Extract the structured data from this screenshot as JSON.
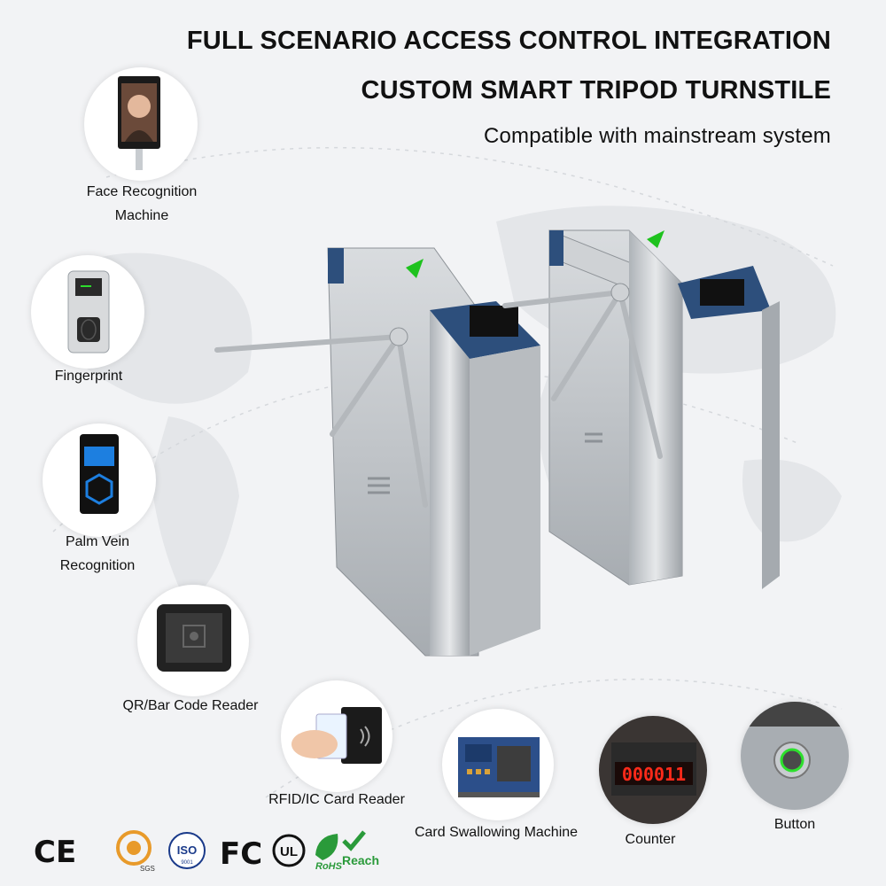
{
  "headline": {
    "line1": "FULL SCENARIO ACCESS CONTROL INTEGRATION",
    "line2": "CUSTOM SMART TRIPOD TURNSTILE",
    "line3": "Compatible with mainstream system"
  },
  "features": [
    {
      "label_a": "Face Recognition",
      "label_b": "Machine",
      "icon": "face-recognition-icon"
    },
    {
      "label_a": "Fingerprint",
      "icon": "fingerprint-icon"
    },
    {
      "label_a": "Palm Vein",
      "label_b": "Recognition",
      "icon": "palm-vein-icon"
    },
    {
      "label_a": "QR/Bar Code Reader",
      "icon": "qr-reader-icon"
    },
    {
      "label_a": "RFID/IC Card Reader",
      "icon": "rfid-card-icon"
    },
    {
      "label_a": "Card Swallowing Machine",
      "icon": "card-swallowing-icon"
    },
    {
      "label_a": "Counter",
      "icon": "counter-icon",
      "display": "000011"
    },
    {
      "label_a": "Button",
      "icon": "button-icon"
    }
  ],
  "certifications": [
    {
      "mark": "CE"
    },
    {
      "mark": "SGS"
    },
    {
      "mark": "ISO",
      "sub": "9001"
    },
    {
      "mark": "FC"
    },
    {
      "mark": "UL"
    },
    {
      "mark": "RoHS"
    },
    {
      "mark": "Reach"
    }
  ],
  "colors": {
    "accent_blue": "#2d4f7c",
    "steel": "#c4c8cc",
    "green_arrow": "#1ec21e",
    "counter_red": "#ff2a1a"
  }
}
